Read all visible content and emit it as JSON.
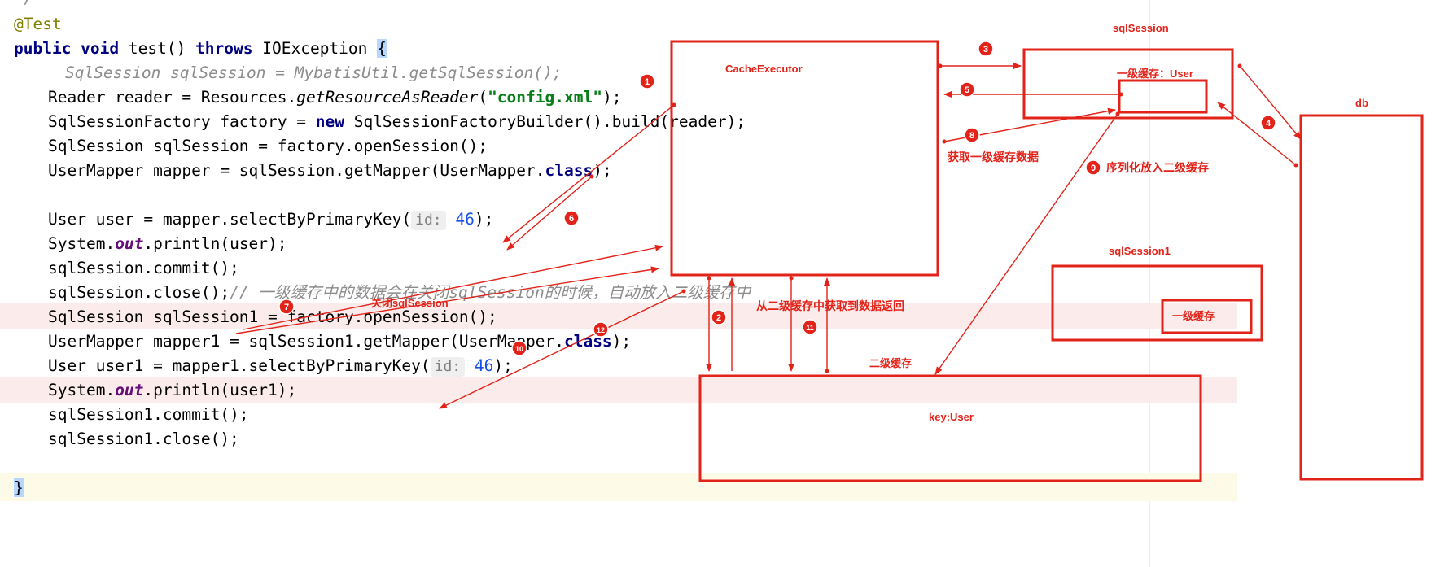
{
  "code": {
    "top_remnant": "*/",
    "annotation": "@Test",
    "signature": {
      "kw1": "public void",
      "name": " test() ",
      "kw2": "throws",
      "exc": " IOException ",
      "brace": "{"
    },
    "commented_line": "SqlSession sqlSession = MybatisUtil.getSqlSession();",
    "reader_pre": "Reader reader = Resources.",
    "reader_method": "getResourceAsReader",
    "reader_open": "(",
    "reader_str": "\"config.xml\"",
    "reader_close": ");",
    "factory_pre": "SqlSessionFactory factory = ",
    "factory_new": "new",
    "factory_post": " SqlSessionFactoryBuilder().build(reader);",
    "session_line": "SqlSession sqlSession = factory.openSession();",
    "mapper_pre": "UserMapper mapper = sqlSession.getMapper(UserMapper.",
    "mapper_class": "class",
    "mapper_post": ");",
    "user_pre": "User user = mapper.selectByPrimaryKey(",
    "hint_label": "id:",
    "user_num": "46",
    "user_post": ");",
    "print_pre": "System.",
    "print_out": "out",
    "print_post": ".println(user);",
    "commit_line": "sqlSession.commit();",
    "close_pre": "sqlSession.close();",
    "close_comment": "// 一级缓存中的数据会在关闭sqlSession的时候，自动放入二级缓存中",
    "session1_line": "SqlSession sqlSession1 = factory.openSession();",
    "mapper1_pre": "UserMapper mapper1 = sqlSession1.getMapper(UserMapper.",
    "mapper1_class": "class",
    "mapper1_post": ");",
    "user1_pre": "User user1 = mapper1.selectByPrimaryKey(",
    "hint1_label": "id:",
    "user1_num": "46",
    "user1_post": ");",
    "print1_pre": "System.",
    "print1_out": "out",
    "print1_post": ".println(user1);",
    "commit1_line": "sqlSession1.commit();",
    "close1_line": "sqlSession1.close();",
    "end_brace": "}"
  },
  "diagram": {
    "cache_executor": "CacheExecutor",
    "sql_session_title": "sqlSession",
    "first_cache_user": "一级缓存：User",
    "db": "db",
    "sql_session1_title": "sqlSession1",
    "first_cache": "一级缓存",
    "second_cache": "二级缓存",
    "key_user": "key:User",
    "label_get_first_cache": "获取一级缓存数据",
    "label_serialize": "序列化放入二级缓存",
    "label_close_session": "关闭sqlSession",
    "label_from_second_cache": "从二级缓存中获取到数据返回",
    "markers": [
      "1",
      "2",
      "3",
      "4",
      "5",
      "6",
      "7",
      "8",
      "9",
      "10",
      "11",
      "12"
    ],
    "accent_color": "#e2231a"
  }
}
